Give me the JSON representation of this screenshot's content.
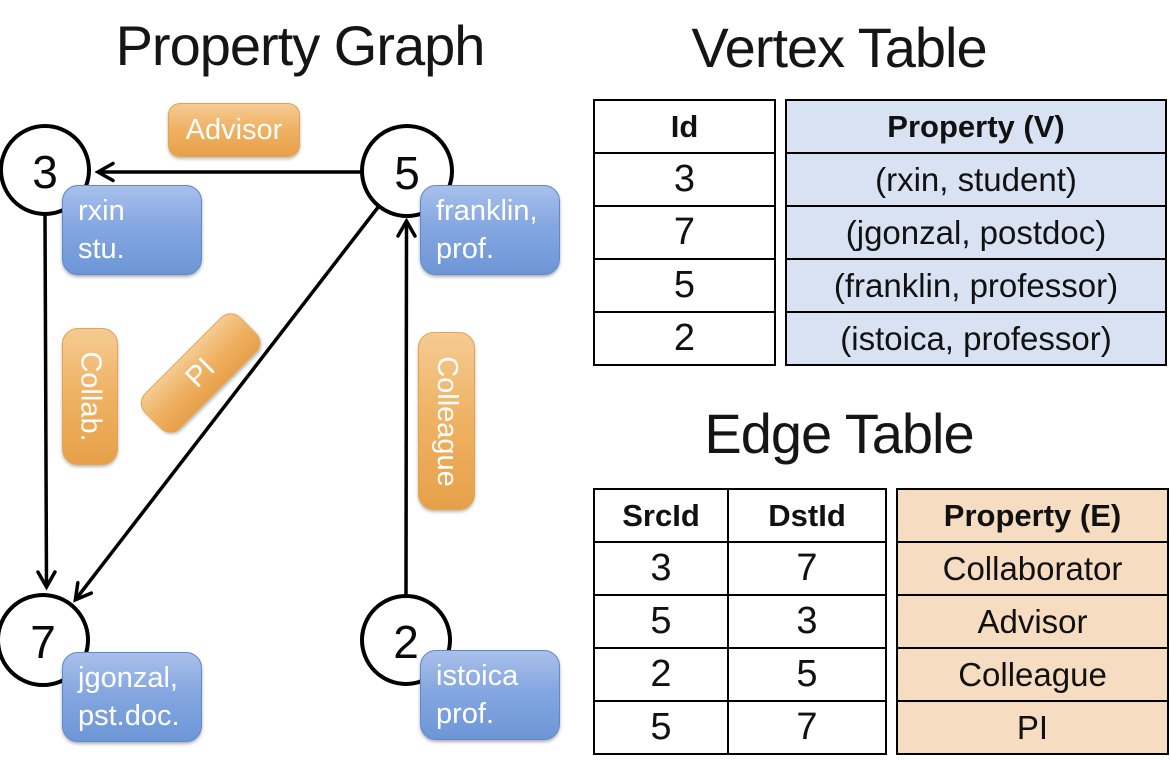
{
  "graph": {
    "title": "Property Graph",
    "nodes": [
      {
        "id": "3",
        "property_lines": [
          "rxin",
          "stu."
        ]
      },
      {
        "id": "5",
        "property_lines": [
          "franklin,",
          "prof."
        ]
      },
      {
        "id": "7",
        "property_lines": [
          "jgonzal,",
          "pst.doc."
        ]
      },
      {
        "id": "2",
        "property_lines": [
          "istoica",
          "prof."
        ]
      }
    ],
    "edge_labels": {
      "advisor": "Advisor",
      "collab": "Collab.",
      "pi": "PI",
      "colleague": "Colleague"
    }
  },
  "vertex_table": {
    "title": "Vertex Table",
    "columns": [
      "Id",
      "Property (V)"
    ],
    "rows": [
      [
        "3",
        "(rxin, student)"
      ],
      [
        "7",
        "(jgonzal, postdoc)"
      ],
      [
        "5",
        "(franklin, professor)"
      ],
      [
        "2",
        "(istoica, professor)"
      ]
    ]
  },
  "edge_table": {
    "title": "Edge Table",
    "columns": [
      "SrcId",
      "DstId",
      "Property (E)"
    ],
    "rows": [
      [
        "3",
        "7",
        "Collaborator"
      ],
      [
        "5",
        "3",
        "Advisor"
      ],
      [
        "2",
        "5",
        "Colleague"
      ],
      [
        "5",
        "7",
        "PI"
      ]
    ]
  },
  "colors": {
    "vertex_property_fill": "#d9e2f3",
    "edge_property_fill": "#f6dcc1",
    "node_box_blue": "#7ba0dc",
    "edge_label_orange": "#eeab55"
  }
}
